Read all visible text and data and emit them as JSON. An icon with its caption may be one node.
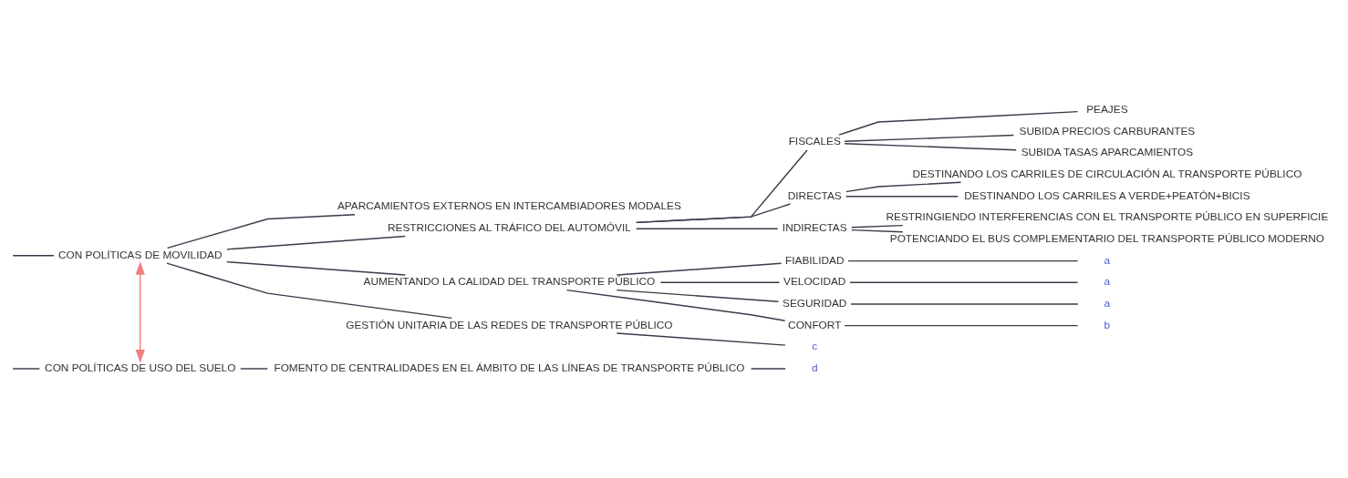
{
  "diagram": {
    "nodes": [
      {
        "text": [
          "CON POLÍTICAS DE MOVILIDAD"
        ]
      },
      {
        "text": [
          "APARCAMIENTOS EXTERNOS EN INTERCAMBIADORES MODALES"
        ]
      },
      {
        "text": [
          "RESTRICCIONES AL TRÁFICO DEL AUTOMÓVIL"
        ]
      },
      {
        "text": [
          "FISCALES"
        ]
      },
      {
        "text": [
          "PEAJES"
        ]
      },
      {
        "text": [
          "SUBIDA PRECIOS CARBURANTES"
        ]
      },
      {
        "text": [
          "SUBIDA TASAS APARCAMIENTOS"
        ]
      },
      {
        "text": [
          "DIRECTAS"
        ]
      },
      {
        "text": [
          "DESTINANDO LOS CARRILES DE CIRCULACIÓN AL TRANSPORTE PÚBLICO"
        ]
      },
      {
        "text": [
          "DESTINANDO LOS CARRILES A VERDE+PEATÓN+BICIS"
        ]
      },
      {
        "text": [
          "INDIRECTAS"
        ]
      },
      {
        "text": [
          "RESTRINGIENDO INTERFERENCIAS CON EL TRANSPORTE PÚBLICO EN SUPERFICIE"
        ]
      },
      {
        "text": [
          "POTENCIANDO EL BUS COMPLEMENTARIO DEL TRANSPORTE PÚBLICO MODERNO"
        ]
      },
      {
        "text": [
          "AUMENTANDO LA CALIDAD DEL TRANSPORTE PÚBLICO"
        ]
      },
      {
        "text": [
          "FIABILIDAD"
        ]
      },
      {
        "text": [
          "VELOCIDAD"
        ]
      },
      {
        "text": [
          "SEGURIDAD"
        ]
      },
      {
        "text": [
          "CONFORT"
        ]
      },
      {
        "text": [
          "a"
        ]
      },
      {
        "text": [
          "a"
        ]
      },
      {
        "text": [
          "a"
        ]
      },
      {
        "text": [
          "b"
        ]
      },
      {
        "text": [
          "GESTIÓN UNITARIA DE LAS REDES DE TRANSPORTE PÚBLICO"
        ]
      },
      {
        "text": [
          "c"
        ]
      },
      {
        "text": [
          "CON POLÍTICAS DE USO DEL SUELO"
        ]
      },
      {
        "text": [
          "FOMENTO DE CENTRALIDADES EN EL ÁMBITO DE LAS LÍNEAS DE TRANSPORTE PÚBLICO"
        ]
      },
      {
        "text": [
          "d"
        ]
      }
    ],
    "edges": [
      {
        "from": null,
        "to": 0,
        "arrow": "none"
      },
      {
        "from": null,
        "to": 24,
        "arrow": "none"
      },
      {
        "from": 0,
        "to": 1,
        "arrow": "none"
      },
      {
        "from": 0,
        "to": 2,
        "arrow": "none"
      },
      {
        "from": 2,
        "to": 3,
        "arrow": "none"
      },
      {
        "from": 3,
        "to": 4,
        "arrow": "none"
      },
      {
        "from": 3,
        "to": 5,
        "arrow": "none"
      },
      {
        "from": 3,
        "to": 6,
        "arrow": "none"
      },
      {
        "from": 2,
        "to": 7,
        "arrow": "none"
      },
      {
        "from": 7,
        "to": 8,
        "arrow": "none"
      },
      {
        "from": 7,
        "to": 9,
        "arrow": "none"
      },
      {
        "from": 2,
        "to": 10,
        "arrow": "none"
      },
      {
        "from": 10,
        "to": 11,
        "arrow": "none"
      },
      {
        "from": 10,
        "to": 12,
        "arrow": "none"
      },
      {
        "from": 0,
        "to": 13,
        "arrow": "none"
      },
      {
        "from": 13,
        "to": 14,
        "arrow": "none"
      },
      {
        "from": 13,
        "to": 15,
        "arrow": "none"
      },
      {
        "from": 13,
        "to": 16,
        "arrow": "none"
      },
      {
        "from": 13,
        "to": 17,
        "arrow": "none"
      },
      {
        "from": 14,
        "to": 18,
        "arrow": "none"
      },
      {
        "from": 15,
        "to": 19,
        "arrow": "none"
      },
      {
        "from": 16,
        "to": 20,
        "arrow": "none"
      },
      {
        "from": 17,
        "to": 21,
        "arrow": "none"
      },
      {
        "from": 0,
        "to": 22,
        "arrow": "none"
      },
      {
        "from": 22,
        "to": 23,
        "arrow": "none"
      },
      {
        "from": 24,
        "to": 25,
        "arrow": "none"
      },
      {
        "from": 25,
        "to": 26,
        "arrow": "none"
      },
      {
        "from": 0,
        "to": 24,
        "arrow": "both",
        "color": "#f08080"
      }
    ]
  }
}
